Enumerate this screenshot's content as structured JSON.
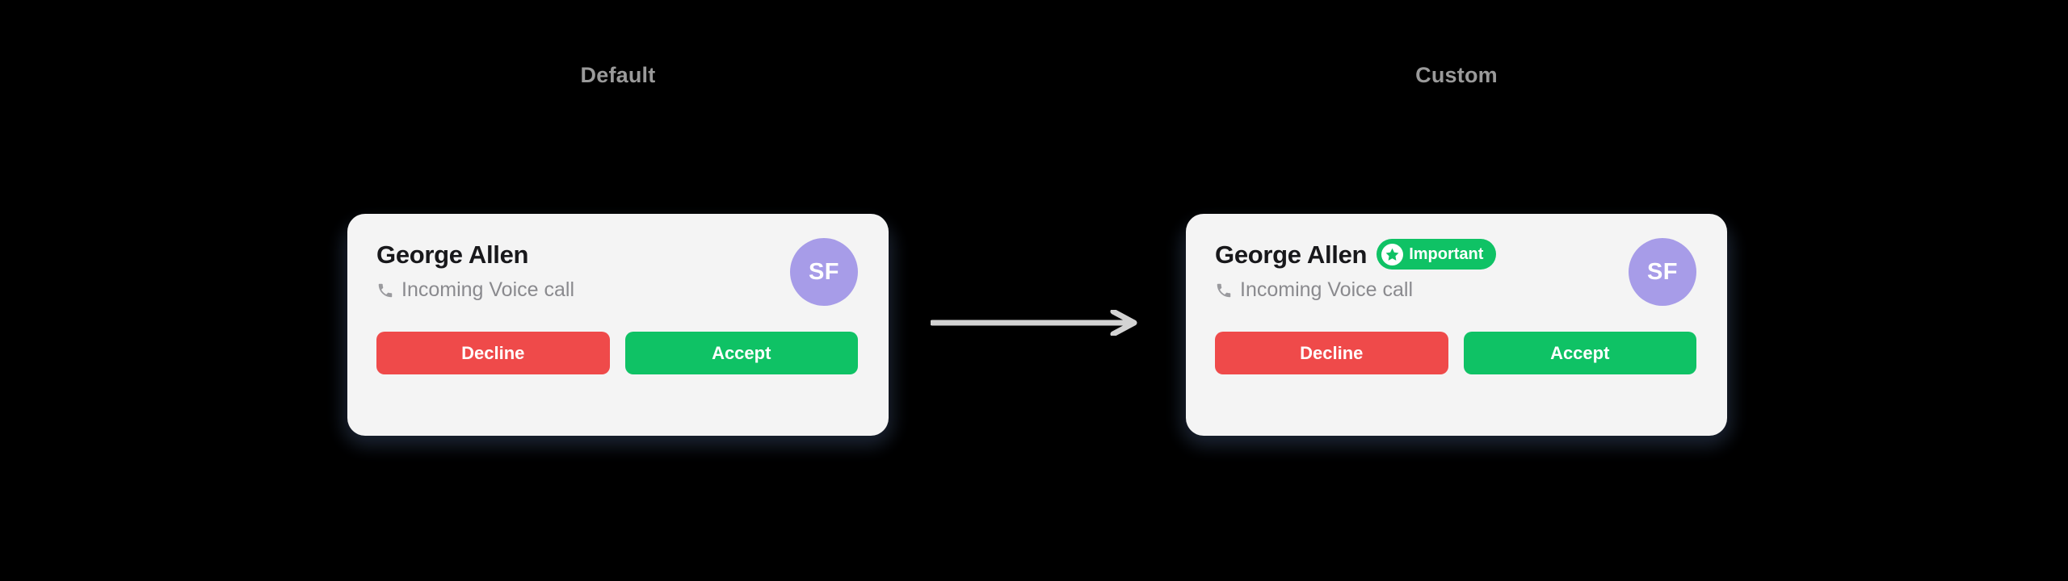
{
  "page": {
    "background_color": "#000000"
  },
  "sections": [
    {
      "label": "Default",
      "card": {
        "contact_name": "George Allen",
        "call_status": "Incoming Voice call",
        "call_icon": "phone-icon",
        "has_badge": false,
        "avatar": {
          "initials": "SF",
          "color": "#a79ce8"
        },
        "buttons": {
          "decline_label": "Decline",
          "decline_color": "#ef4a4a",
          "accept_label": "Accept",
          "accept_color": "#0fc265"
        },
        "card_color": "#f4f4f4"
      }
    },
    {
      "label": "Custom",
      "card": {
        "contact_name": "George Allen",
        "call_status": "Incoming Voice call",
        "call_icon": "phone-icon",
        "has_badge": true,
        "badge": {
          "text": "Important",
          "icon": "star-icon",
          "color": "#0fc265"
        },
        "avatar": {
          "initials": "SF",
          "color": "#a79ce8"
        },
        "buttons": {
          "decline_label": "Decline",
          "decline_color": "#ef4a4a",
          "accept_label": "Accept",
          "accept_color": "#0fc265"
        },
        "card_color": "#f4f4f4"
      }
    }
  ],
  "arrow": {
    "icon": "arrow-right-icon",
    "color": "#d3d3d3"
  }
}
